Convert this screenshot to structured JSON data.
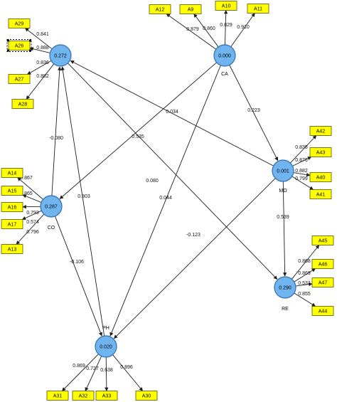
{
  "constructs": [
    {
      "id": "n1",
      "name": "",
      "value": "0.272"
    },
    {
      "id": "CA",
      "name": "CA",
      "value": "0.000"
    },
    {
      "id": "MO",
      "name": "MO",
      "value": "0.001"
    },
    {
      "id": "CO",
      "name": "CO",
      "value": "0.287"
    },
    {
      "id": "PH",
      "name": "PH",
      "value": "0.020"
    },
    {
      "id": "RE",
      "name": "RE",
      "value": "0.290"
    }
  ],
  "indicators": [
    {
      "id": "A12",
      "label": "A12",
      "construct": "CA",
      "loading": "0.879"
    },
    {
      "id": "A9",
      "label": "A9",
      "construct": "CA",
      "loading": "0.860"
    },
    {
      "id": "A10",
      "label": "A10",
      "construct": "CA",
      "loading": "0.829"
    },
    {
      "id": "A11",
      "label": "A11",
      "construct": "CA",
      "loading": "0.910"
    },
    {
      "id": "A29",
      "label": "A29",
      "construct": "n1",
      "loading": "0.841"
    },
    {
      "id": "A26",
      "label": "A26",
      "construct": "n1",
      "loading": "0.888",
      "selected": true
    },
    {
      "id": "A27",
      "label": "A27",
      "construct": "n1",
      "loading": "0.836"
    },
    {
      "id": "A28",
      "label": "A28",
      "construct": "n1",
      "loading": "0.882"
    },
    {
      "id": "A42",
      "label": "A42",
      "construct": "MO",
      "loading": "0.838"
    },
    {
      "id": "A43",
      "label": "A43",
      "construct": "MO",
      "loading": "0.876"
    },
    {
      "id": "A40",
      "label": "A40",
      "construct": "MO",
      "loading": "0.882"
    },
    {
      "id": "A41",
      "label": "A41",
      "construct": "MO",
      "loading": "0.799"
    },
    {
      "id": "A14",
      "label": "A14",
      "construct": "CO",
      "loading": "0.867"
    },
    {
      "id": "A15",
      "label": "A15",
      "construct": "CO",
      "loading": "0.865"
    },
    {
      "id": "A16",
      "label": "A16",
      "construct": "CO",
      "loading": "0.793"
    },
    {
      "id": "A17",
      "label": "A17",
      "construct": "CO",
      "loading": "0.574"
    },
    {
      "id": "A13",
      "label": "A13",
      "construct": "CO",
      "loading": "0.796"
    },
    {
      "id": "A45",
      "label": "A45",
      "construct": "RE",
      "loading": "0.868"
    },
    {
      "id": "A46",
      "label": "A46",
      "construct": "RE",
      "loading": "0.869"
    },
    {
      "id": "A47",
      "label": "A47",
      "construct": "RE",
      "loading": "0.532"
    },
    {
      "id": "A44",
      "label": "A44",
      "construct": "RE",
      "loading": "0.855"
    },
    {
      "id": "A31",
      "label": "A31",
      "construct": "PH",
      "loading": "0.869"
    },
    {
      "id": "A32",
      "label": "A32",
      "construct": "PH",
      "loading": "0.727"
    },
    {
      "id": "A33",
      "label": "A33",
      "construct": "PH",
      "loading": "0.638"
    },
    {
      "id": "A30",
      "label": "A30",
      "construct": "PH",
      "loading": "0.896"
    }
  ],
  "paths": [
    {
      "id": "p-mo-n1",
      "from": "MO",
      "to": "n1",
      "coef": "0.034"
    },
    {
      "id": "p-ca-mo",
      "from": "CA",
      "to": "MO",
      "coef": "0.223"
    },
    {
      "id": "p-ca-co",
      "from": "CA",
      "to": "CO",
      "coef": "0.535"
    },
    {
      "id": "p-ca-ph",
      "from": "CA",
      "to": "PH",
      "coef": "0.044"
    },
    {
      "id": "p-co-n1",
      "from": "CO",
      "to": "n1",
      "coef": "-0.080"
    },
    {
      "id": "p-ph-n1",
      "from": "PH",
      "to": "n1",
      "coef": "0.803"
    },
    {
      "id": "p-n1-re",
      "from": "n1",
      "to": "RE",
      "coef": "0.080"
    },
    {
      "id": "p-mo-ph",
      "from": "MO",
      "to": "PH",
      "coef": "-0.123"
    },
    {
      "id": "p-mo-re",
      "from": "MO",
      "to": "RE",
      "coef": "0.539"
    },
    {
      "id": "p-co-ph",
      "from": "CO",
      "to": "PH",
      "coef": "-0.106"
    }
  ]
}
